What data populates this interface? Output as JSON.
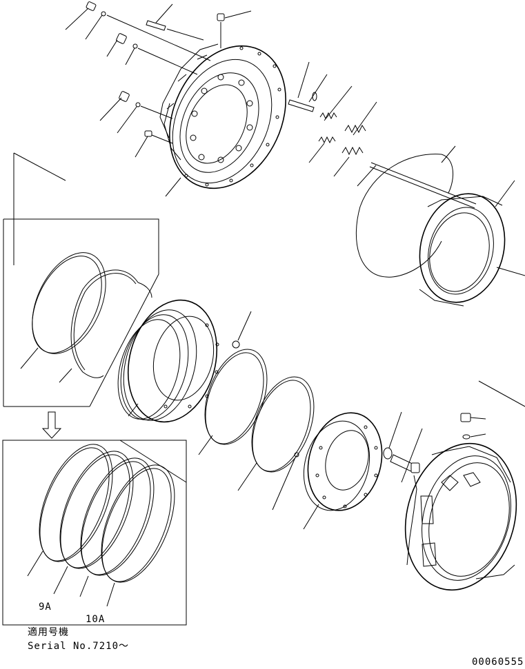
{
  "labels": {
    "part_9a": "9A",
    "part_10a": "10A",
    "serial_heading": "適用号機",
    "serial_number": "Serial No.7210～",
    "drawing_number": "00060555"
  },
  "colors": {
    "line": "#000000",
    "background": "#ffffff"
  }
}
